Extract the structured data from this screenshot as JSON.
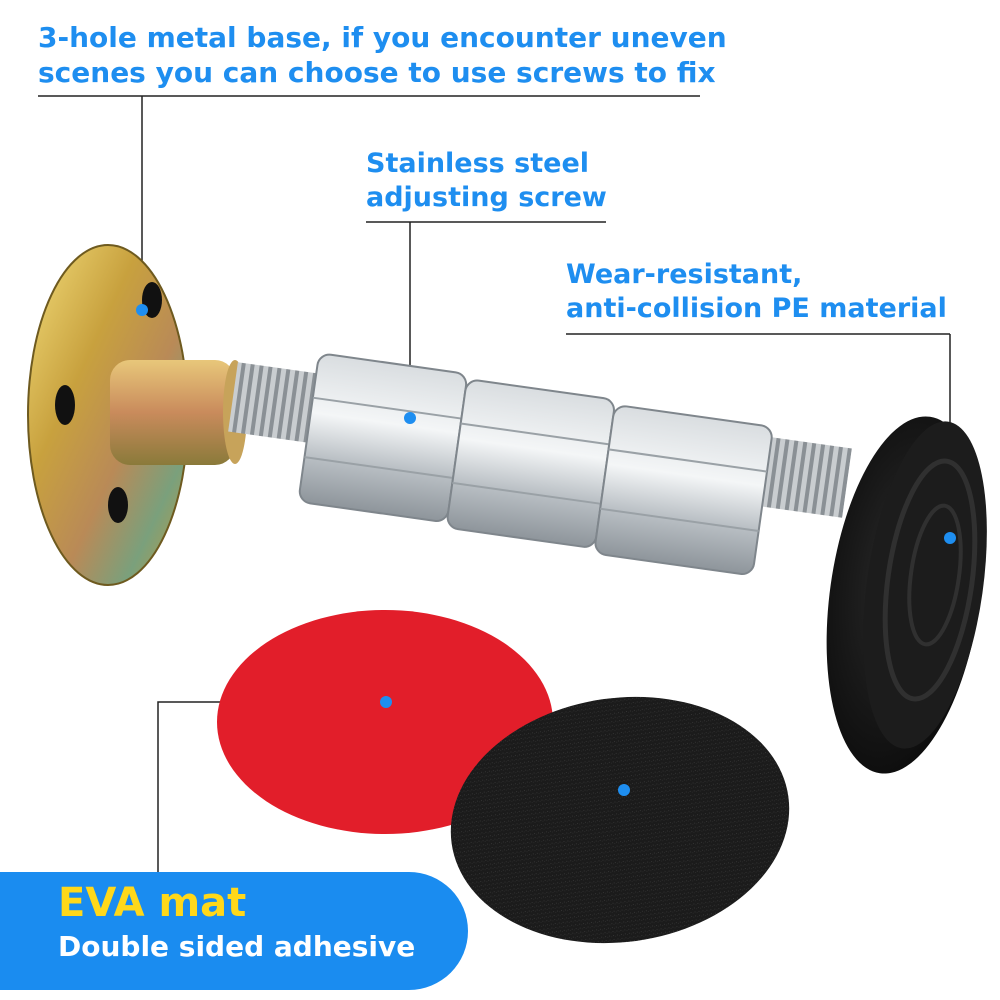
{
  "callouts": {
    "metal_base": {
      "line1": "3-hole metal base, if you encounter uneven",
      "line2": "scenes you can choose to use screws to fix"
    },
    "screw": {
      "line1": "Stainless steel",
      "line2": "adjusting screw"
    },
    "pe_material": {
      "line1": "Wear-resistant,",
      "line2": "anti-collision PE material"
    }
  },
  "banner": {
    "title": "EVA mat",
    "subtitle": "Double sided adhesive"
  },
  "colors": {
    "accent": "#1e8ef0",
    "banner_bg": "#1a8cf0",
    "banner_title": "#ffd81a",
    "red_pad": "#e21e2a",
    "black_pad": "#1b1b1b"
  }
}
